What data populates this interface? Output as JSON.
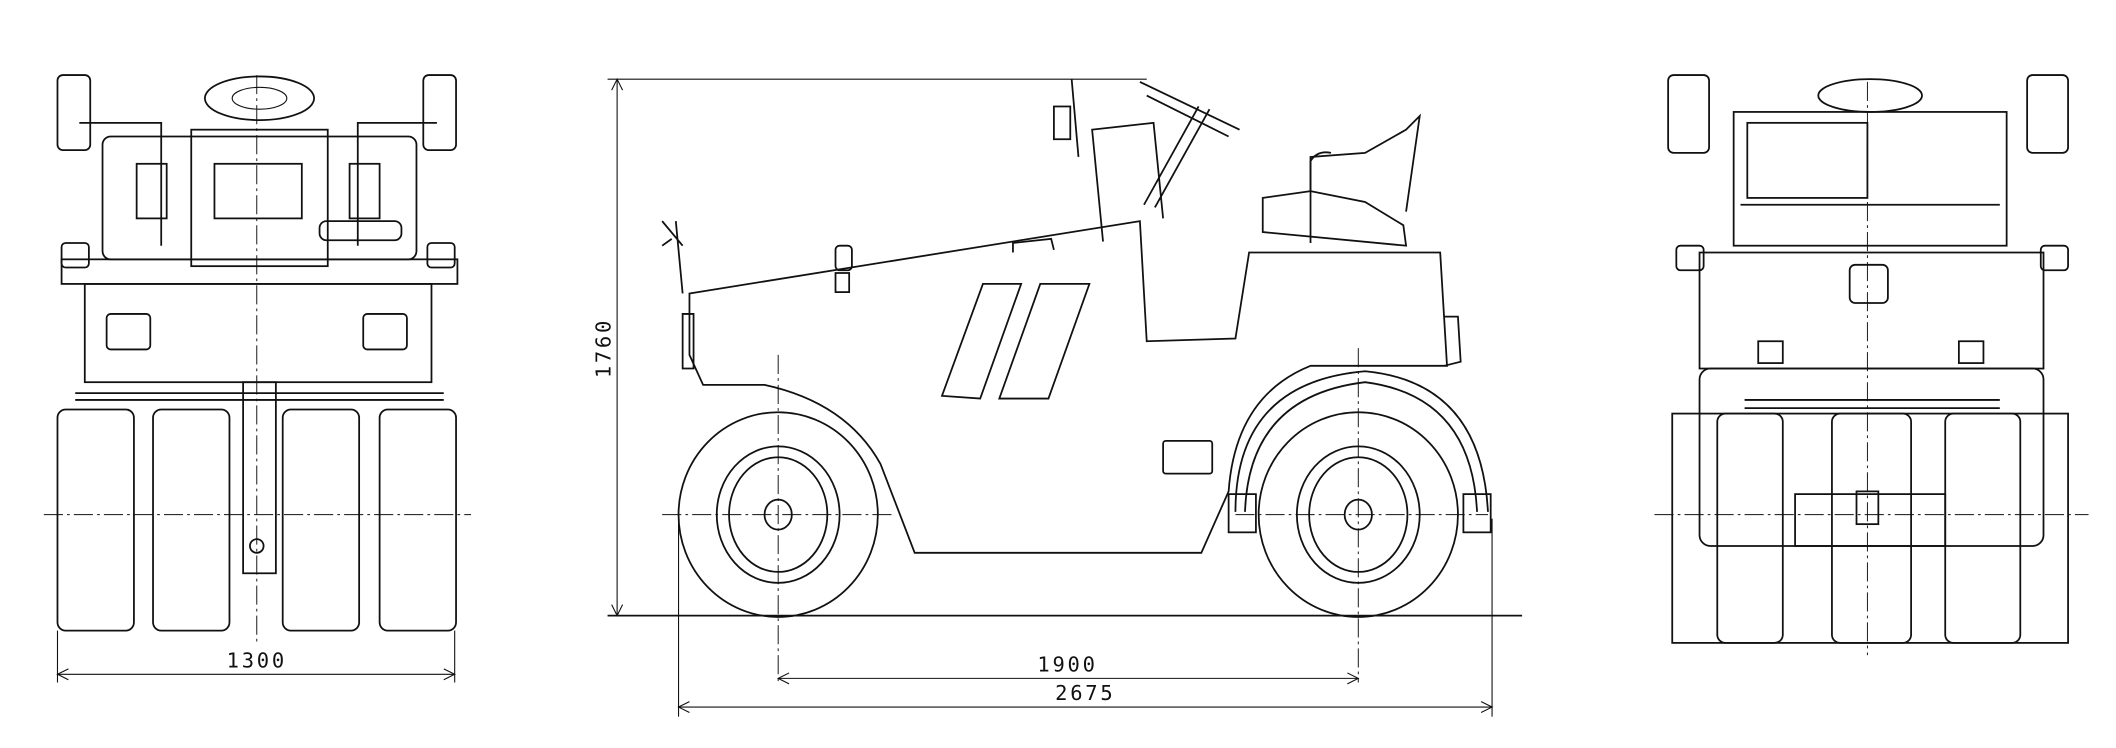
{
  "drawing": {
    "views": [
      "front-view",
      "side-view",
      "rear-view"
    ],
    "dimensions": {
      "width": "1300",
      "height": "1760",
      "wheelbase": "1900",
      "length": "2675"
    },
    "line_color": "#111111",
    "background": "#ffffff"
  }
}
